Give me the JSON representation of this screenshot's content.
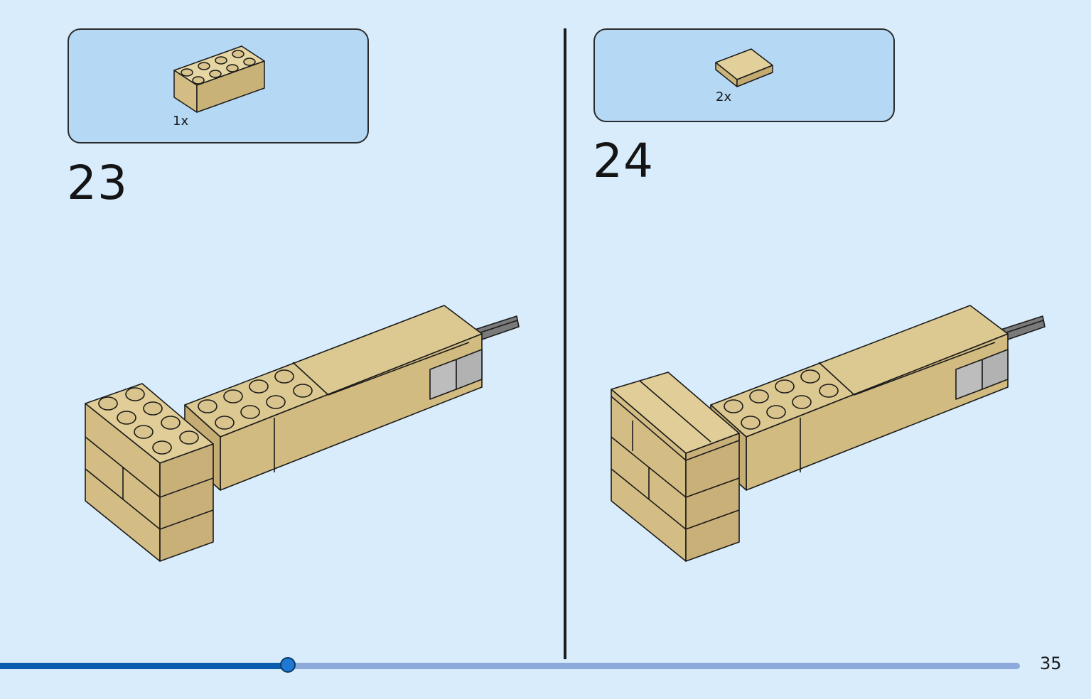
{
  "steps": [
    {
      "number": "23",
      "part_quantity": "1x",
      "part": "tan-2x4-brick"
    },
    {
      "number": "24",
      "part_quantity": "2x",
      "part": "tan-2x2-tile"
    }
  ],
  "page": {
    "number": "35",
    "progress": 0.282
  },
  "colors": {
    "background": "#d8ecfb",
    "callout": "#b5d8f4",
    "tan": "#d9c48d",
    "outline": "#1a1a1a",
    "gray": "#b9b9b9",
    "progress_done": "#0a5cae",
    "progress_todo": "#8eaadc"
  }
}
